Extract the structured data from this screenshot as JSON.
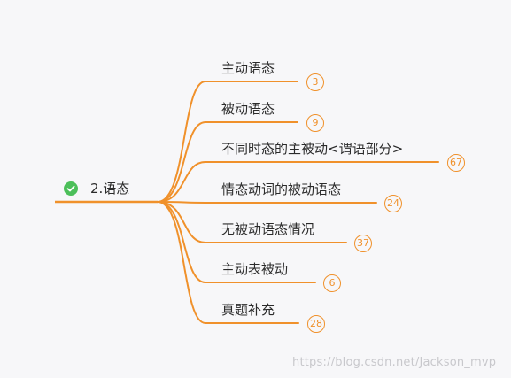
{
  "root": {
    "label": "2.语态",
    "status_icon": "check-circle-icon",
    "status_color": "#4cbf5a"
  },
  "branch_color": "#f0912b",
  "branches": [
    {
      "label": "主动语态",
      "count": "3"
    },
    {
      "label": "被动语态",
      "count": "9"
    },
    {
      "label": "不同时态的主被动<谓语部分>",
      "count": "67"
    },
    {
      "label": "情态动词的被动语态",
      "count": "24"
    },
    {
      "label": "无被动语态情况",
      "count": "37"
    },
    {
      "label": "主动表被动",
      "count": "6"
    },
    {
      "label": "真题补充",
      "count": "28"
    }
  ],
  "watermark": "https://blog.csdn.net/Jackson_mvp"
}
